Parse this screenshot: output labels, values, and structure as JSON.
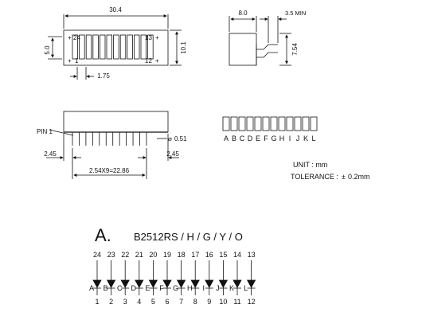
{
  "top_view": {
    "width_dim": "30.4",
    "height_dim_left": "5.0",
    "height_dim_right": "10.1",
    "pitch_dim": "1.75",
    "pin_labels": {
      "top_left": "24",
      "top_right": "13",
      "bottom_left": "1",
      "bottom_right": "12"
    }
  },
  "side_view": {
    "depth_dim": "8.0",
    "lead_dim": "3.5 MIN",
    "height_dim": "7.54"
  },
  "front_view": {
    "pin1_label": "PIN 1",
    "lead_diameter": "0.51",
    "left_offset": "2.45",
    "right_offset": "2.45",
    "span_dim": "2.54X9=22.86"
  },
  "segments": {
    "letters": [
      "A",
      "B",
      "C",
      "D",
      "E",
      "F",
      "G",
      "H",
      "I",
      "J",
      "K",
      "L"
    ]
  },
  "notes": {
    "unit": "UNIT :  mm",
    "tolerance_prefix": "TOLERANCE :",
    "tolerance_value": "0.2mm"
  },
  "schematic": {
    "variant_letter": "A.",
    "part_number": "B2512RS / H / G / Y / O",
    "top_pins": [
      "24",
      "23",
      "22",
      "21",
      "20",
      "19",
      "18",
      "17",
      "16",
      "15",
      "14",
      "13"
    ],
    "bottom_pins": [
      "1",
      "2",
      "3",
      "4",
      "5",
      "6",
      "7",
      "8",
      "9",
      "10",
      "11",
      "12"
    ],
    "diode_labels": [
      "A",
      "B",
      "C",
      "D",
      "E",
      "F",
      "G",
      "H",
      "I",
      "J",
      "K",
      "L"
    ]
  }
}
